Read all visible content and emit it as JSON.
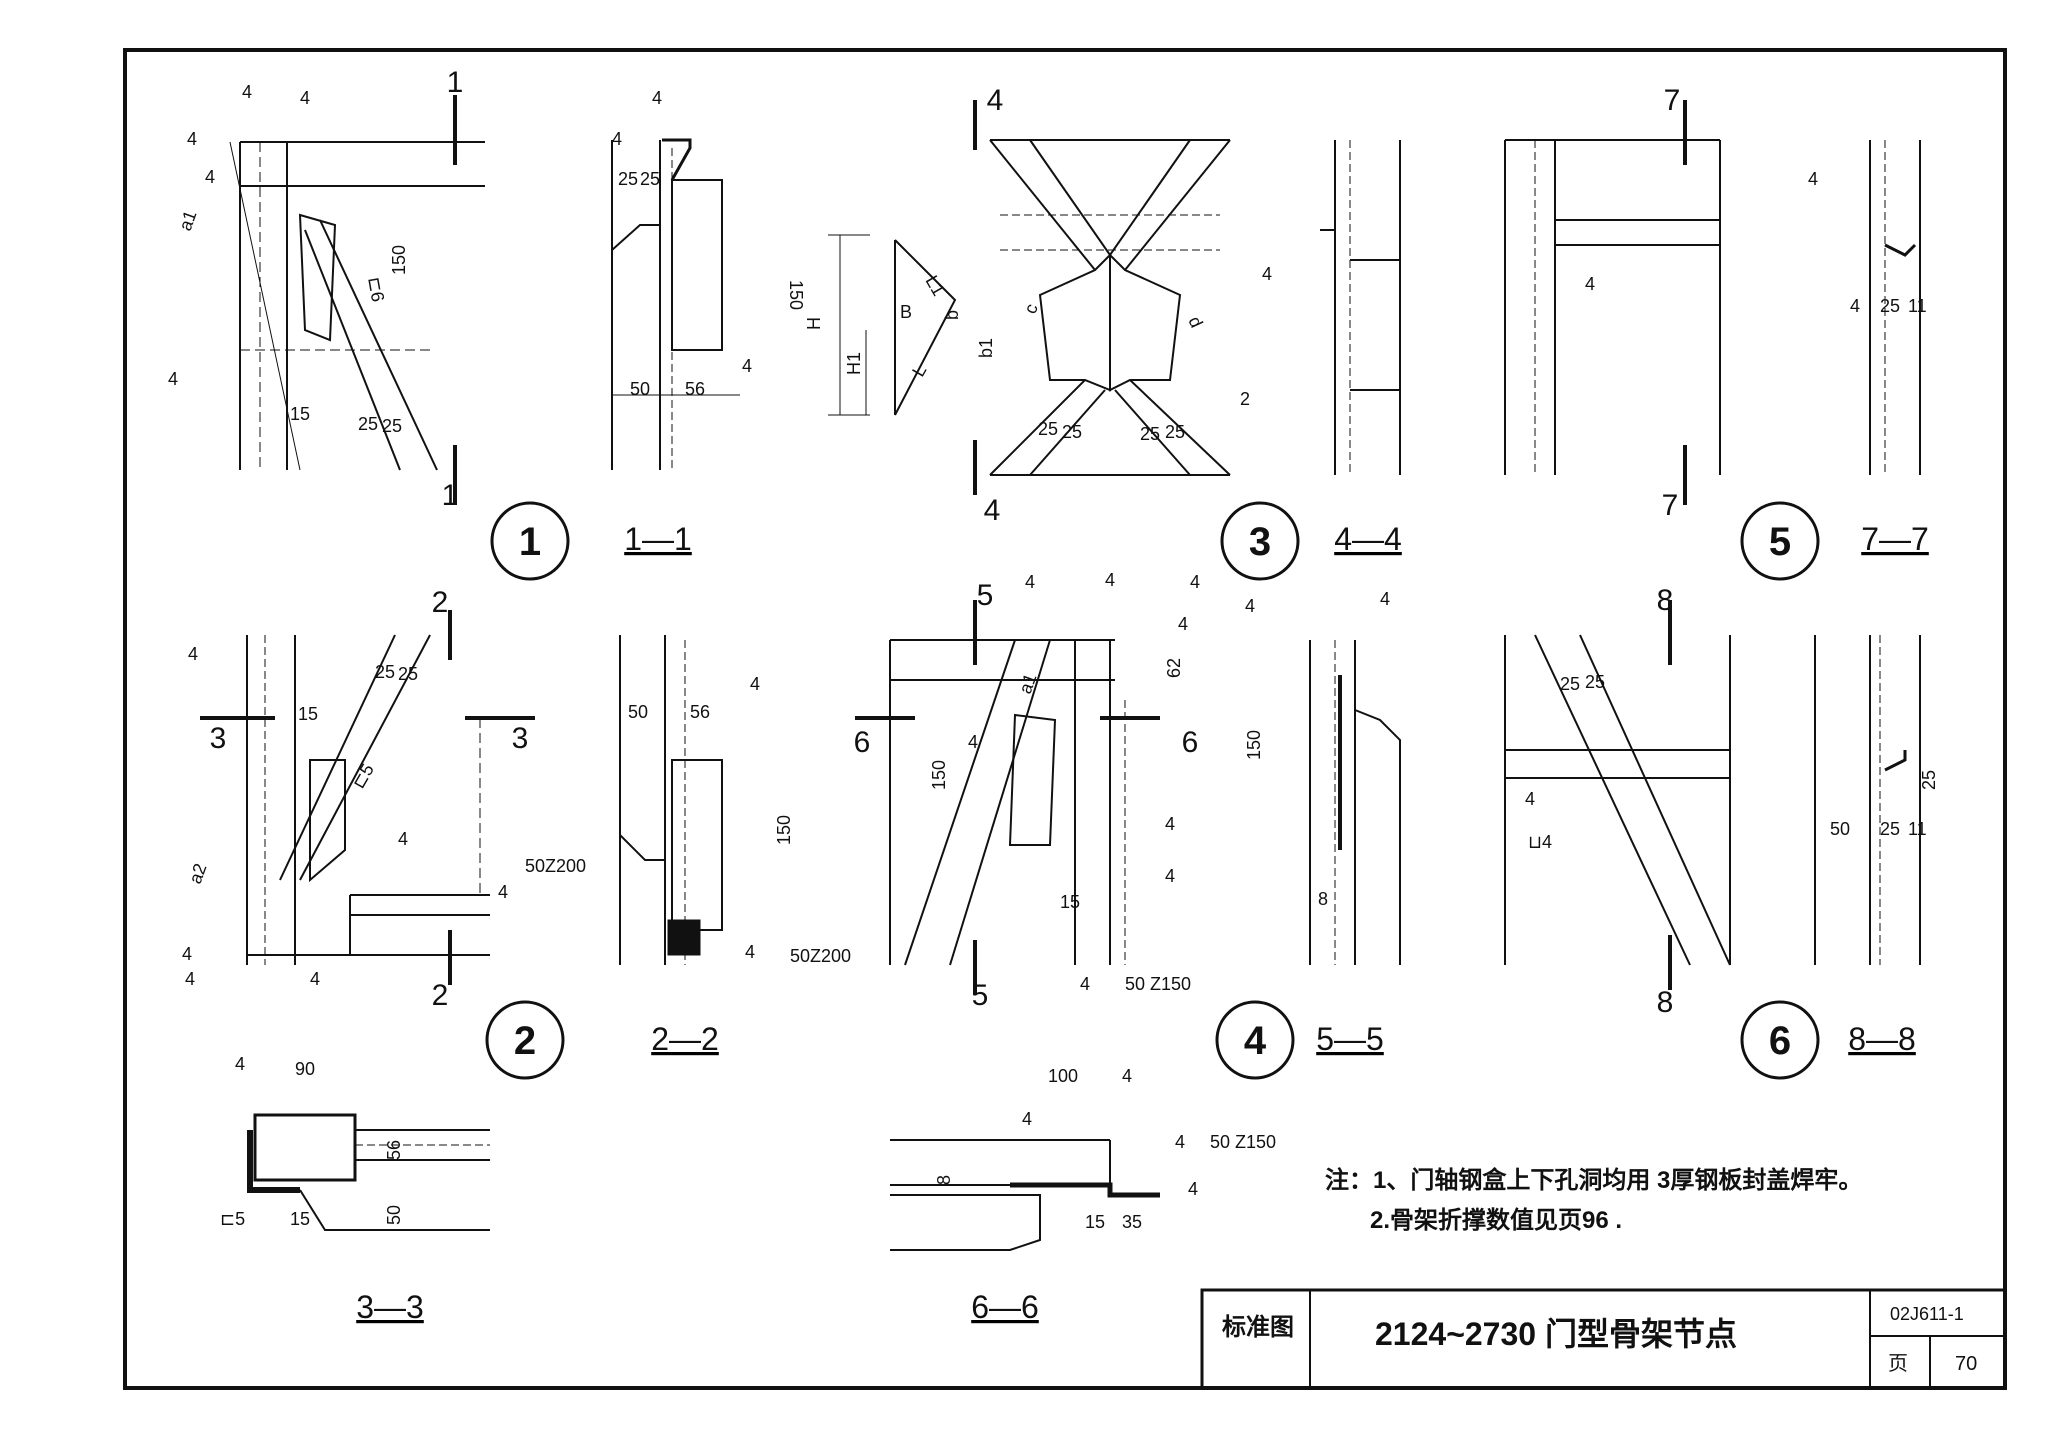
{
  "details": [
    {
      "number": "1",
      "section": "1—1"
    },
    {
      "number": "3",
      "section": "4—4"
    },
    {
      "number": "5",
      "section": "7—7"
    },
    {
      "number": "2",
      "section": "2—2"
    },
    {
      "number": "4",
      "section": "5—5"
    },
    {
      "number": "6",
      "section": "8—8"
    }
  ],
  "sections_bottom": [
    "3—3",
    "6—6"
  ],
  "dims": {
    "d4": "4",
    "d15": "15",
    "d25": "25",
    "d50": "50",
    "d56": "56",
    "d62": "62",
    "d90": "90",
    "d100": "100",
    "d150": "150",
    "d35": "35",
    "d8": "8",
    "d11": "11",
    "a1": "a1",
    "a2": "a2",
    "b": "b",
    "b1": "b1",
    "c": "c",
    "d": "d",
    "H": "H",
    "H1": "H1",
    "B": "B",
    "L": "L",
    "L1": "L1",
    "angle6": "⊏6",
    "angle5": "⊏5",
    "angle4": "⊔4",
    "weld_50z200": "50Z200",
    "weld_50z150": "50 Z150",
    "cut1": "1",
    "cut2": "2",
    "cut3": "3",
    "cut4": "4",
    "cut5": "5",
    "cut6": "6",
    "cut7": "7",
    "cut8": "8"
  },
  "notes": {
    "line1": "注：1、门轴钢盒上下孔洞均用 3厚钢板封盖焊牢。",
    "line2": "2.骨架折撑数值见页96 ."
  },
  "title_block": {
    "label": "标准图",
    "title": "2124~2730 门型骨架节点",
    "atlas_no": "02J611-1",
    "page_label": "页",
    "page_no": "70"
  }
}
